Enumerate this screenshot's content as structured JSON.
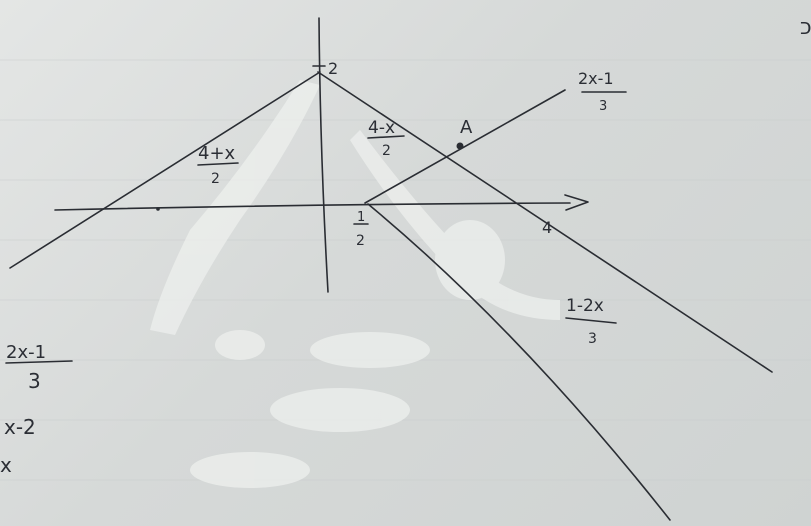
{
  "header": {
    "text": "עלחד את הרהסכ"
  },
  "labels": {
    "y_tick_top": "2",
    "line_left_num": "4+x",
    "line_left_den": "2",
    "line_mid_num": "4-x",
    "line_mid_den": "2",
    "line_right_num": "2x-1",
    "line_right_den": "3",
    "line_lower_num": "1-2x",
    "line_lower_den": "3",
    "point_a": "A",
    "x_tick_half_num": "1",
    "x_tick_half_den": "2",
    "x_tick_four": "4"
  },
  "margin_notes": {
    "frac_num": "2x-1",
    "frac_den": "3",
    "line2": "x-2",
    "line3": "x"
  },
  "colors": {
    "ink": "#2a2d33",
    "paper": "#d9dcdb"
  }
}
